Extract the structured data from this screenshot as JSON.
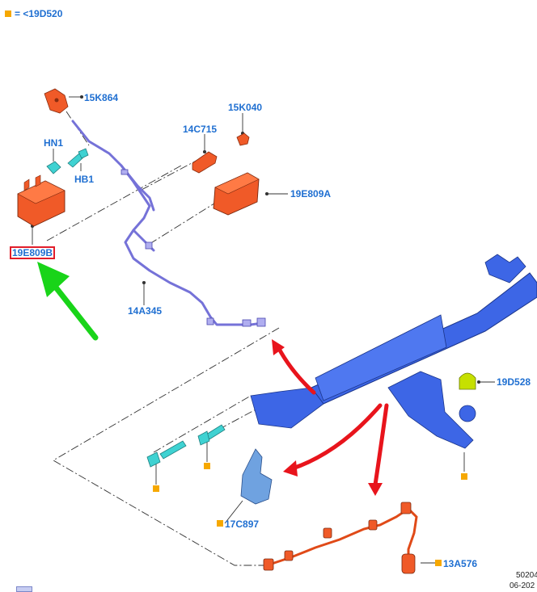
{
  "legend": {
    "marker": "orange-square",
    "text": "= <19D520",
    "marker_color": "#f6a800"
  },
  "labels": {
    "p15K864": "15K864",
    "p15K040": "15K040",
    "p14C715": "14C715",
    "pHN1": "HN1",
    "pHB1": "HB1",
    "p19E809A": "19E809A",
    "p19E809B": "19E809B",
    "p14A345": "14A345",
    "p19D528": "19D528",
    "p17C897": "17C897",
    "p13A576": "13A576"
  },
  "highlight": {
    "selected_part": "19E809B",
    "box_color": "#e11d2a",
    "arrow_color": "#19d419"
  },
  "colors": {
    "label_text": "#1f6fd1",
    "orange_parts": "#f05a28",
    "blue_parts": "#3d66e6",
    "harness": "#8a87e0",
    "fasteners": "#3fd2d2",
    "cap": "#c6e000",
    "red_arrows": "#e8141c"
  },
  "footer": {
    "line1": "50204",
    "line2": "06-202"
  }
}
